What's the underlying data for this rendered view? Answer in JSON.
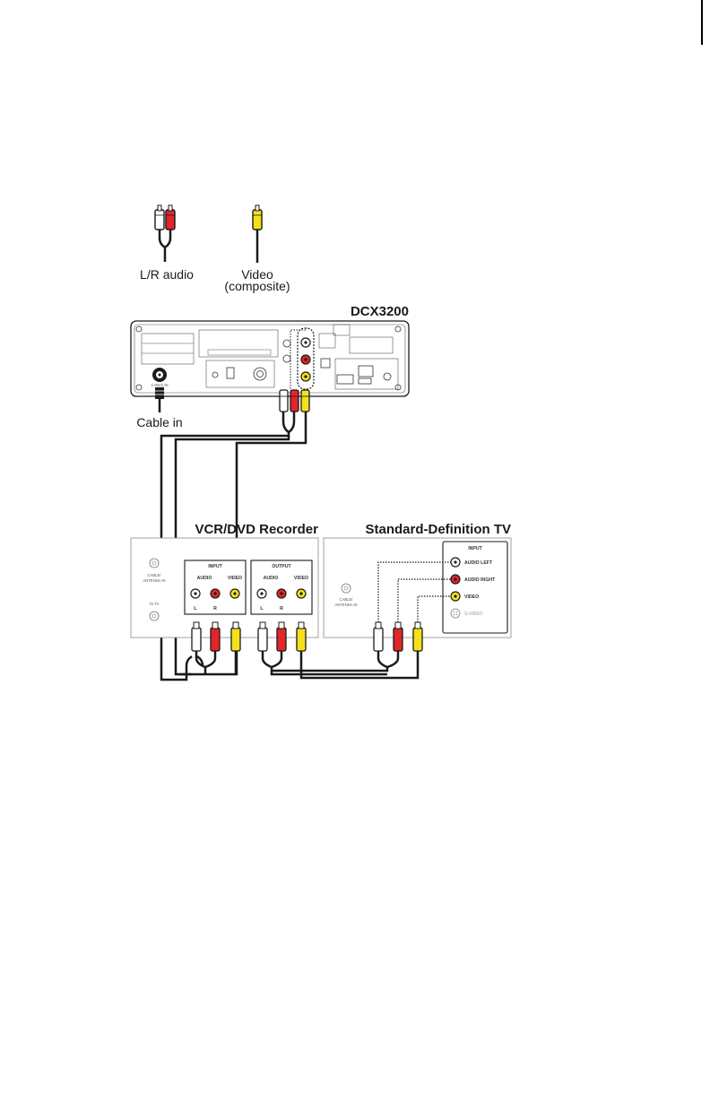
{
  "legend": {
    "audio_label": "L/R audio",
    "video_label_line1": "Video",
    "video_label_line2": "(composite)"
  },
  "dcx": {
    "title": "DCX3200",
    "cable_in_label": "Cable in",
    "jack_cable_in": "CABLE IN"
  },
  "vcr": {
    "title": "VCR/DVD Recorder",
    "cable_label_line1": "CABLE/",
    "cable_label_line2": "ANTENNA IN",
    "to_tv": "To TV",
    "input_title": "INPUT",
    "output_title": "OUTPUT",
    "audio": "AUDIO",
    "video": "VIDEO",
    "left": "L",
    "right": "R"
  },
  "tv": {
    "title": "Standard-Definition TV",
    "cable_label_line1": "CABLE/",
    "cable_label_line2": "ANTENNA IN",
    "input_title": "INPUT",
    "audio_left": "AUDIO LEFT",
    "audio_right": "AUDIO RIGHT",
    "video": "VIDEO",
    "svideo": "S-VIDEO"
  },
  "colors": {
    "white_plug": "#ffffff",
    "red_plug": "#e0262b",
    "yellow_plug": "#f5e11a",
    "cable": "#1a1a1a",
    "panel_line": "#8a8a8a"
  }
}
